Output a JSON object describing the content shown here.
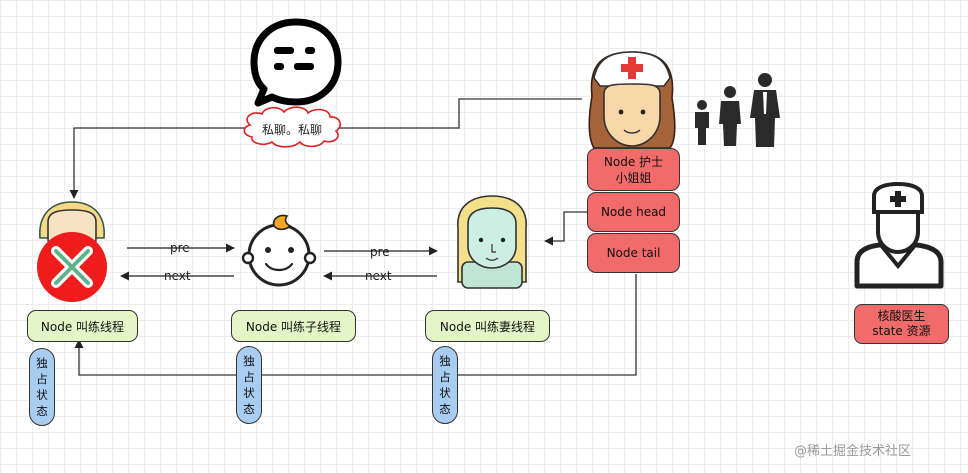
{
  "speech_cloud": "私聊。私聊",
  "nurse": {
    "line1": "Node 护士",
    "line2": "小姐姐"
  },
  "node_head": "Node head",
  "node_tail": "Node tail",
  "threads": [
    {
      "label": "Node 叫练线程",
      "state": "独占状态"
    },
    {
      "label": "Node 叫练子线程",
      "state": "独占状态"
    },
    {
      "label": "Node 叫练妻线程",
      "state": "独占状态"
    }
  ],
  "arrows": {
    "pre": "pre",
    "next": "next"
  },
  "doctor": {
    "line1": "核酸医生",
    "line2": "state 资源"
  },
  "watermark": "@稀土掘金技术社区"
}
